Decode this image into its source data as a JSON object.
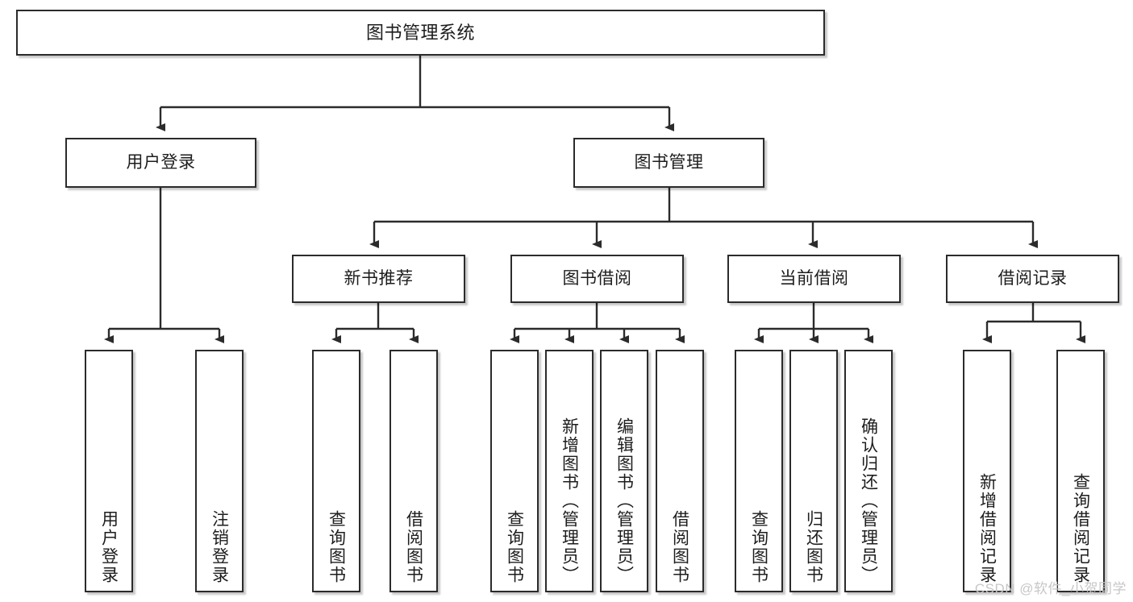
{
  "diagram": {
    "title": "图书管理系统",
    "type": "hierarchy-tree",
    "root": {
      "label": "图书管理系统"
    },
    "level1": [
      {
        "label": "用户登录"
      },
      {
        "label": "图书管理"
      }
    ],
    "level2": [
      {
        "label": "新书推荐"
      },
      {
        "label": "图书借阅"
      },
      {
        "label": "当前借阅"
      },
      {
        "label": "借阅记录"
      }
    ],
    "leaves": [
      {
        "label": "用户登录"
      },
      {
        "label": "注销登录"
      },
      {
        "label": "查询图书"
      },
      {
        "label": "借阅图书"
      },
      {
        "label": "查询图书"
      },
      {
        "label": "新增图书（管理员）"
      },
      {
        "label": "编辑图书（管理员）"
      },
      {
        "label": "借阅图书"
      },
      {
        "label": "查询图书"
      },
      {
        "label": "归还图书"
      },
      {
        "label": "确认归还（管理员）"
      },
      {
        "label": "新增借阅记录"
      },
      {
        "label": "查询借阅记录"
      }
    ]
  },
  "watermark": {
    "text": "CSDN @软件_小贺同学"
  },
  "colors": {
    "box_border": "#2b2b2b",
    "box_fill": "#ffffff",
    "connector": "#2b2b2b",
    "text": "#1d1d1d",
    "watermark": "#c7c7c7"
  }
}
